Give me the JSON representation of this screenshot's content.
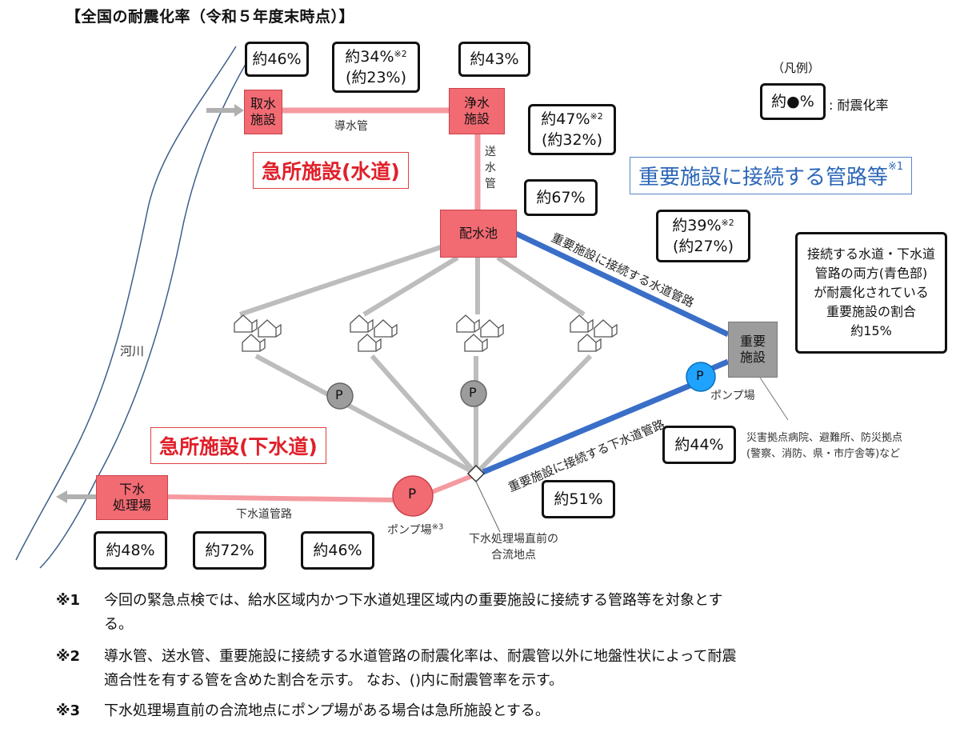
{
  "title": "【全国の耐震化率（令和５年度末時点）】",
  "river": "河川",
  "legend": {
    "title": "（凡例）",
    "sample": "約●%",
    "desc": ": 耐震化率"
  },
  "water": {
    "section_label": "急所施設(水道)",
    "intake": {
      "label": "取水\n施設",
      "rate": "約46%"
    },
    "conduit": {
      "label": "導水管",
      "rate": "約34%",
      "mark": "※2",
      "rate2": "(約23%)"
    },
    "purification": {
      "label": "浄水\n施設",
      "rate": "約43%"
    },
    "transmission": {
      "label": "送\n水\n管",
      "rate": "約47%",
      "mark": "※2",
      "rate2": "(約32%)"
    },
    "reservoir": {
      "label": "配水池",
      "rate": "約67%"
    }
  },
  "important": {
    "header": "重要施設に接続する管路等",
    "header_mark": "※1",
    "pipe_label": "重要施設に接続する水道管路",
    "pipe_rate": "約39%",
    "pipe_mark": "※2",
    "pipe_rate2": "(約27%)",
    "facility": "重要\n施設",
    "both_note": "接続する水道・下水道\n管路の両方(青色部)\nが耐震化されている\n重要施設の割合\n約15%",
    "facility_examples": "災害拠点病院、避難所、防災拠点\n(警察、消防、県・市庁舎等)など",
    "pump_station": "ポンプ場",
    "pump_rate": "約44%",
    "sewer_pipe_label": "重要施設に接続する下水道管路",
    "sewer_pipe_rate": "約51%"
  },
  "sewer": {
    "section_label": "急所施設(下水道)",
    "treatment": {
      "label": "下水\n処理場",
      "rate": "約48%"
    },
    "main_pipe": {
      "label": "下水道管路",
      "rate": "約72%"
    },
    "pump": {
      "label": "ポンプ場",
      "mark": "※3",
      "rate": "約46%"
    },
    "junction": "下水処理場直前の\n合流地点"
  },
  "pump_symbol": "P",
  "notes": [
    {
      "key": "※1",
      "text": "今回の緊急点検では、給水区域内かつ下水道処理区域内の重要施設に接続する管路等を対象とす",
      "cont": "る。"
    },
    {
      "key": "※2",
      "text": "導水管、送水管、重要施設に接続する水道管路の耐震化率は、耐震管以外に地盤性状によって耐震",
      "cont": "適合性を有する管を含めた割合を示す。 なお、()内に耐震管率を示す。"
    },
    {
      "key": "※3",
      "text": "下水処理場直前の合流地点にポンプ場がある場合は急所施設とする。"
    }
  ],
  "colors": {
    "facility_red": "#f26b73",
    "pipe_pink": "#f59aa0",
    "pipe_blue": "#3a6fc8",
    "pipe_grey": "#bdbdbd",
    "pump_blue": "#1fa3ff",
    "label_red": "#e0202a",
    "label_blue": "#2c67b8"
  }
}
